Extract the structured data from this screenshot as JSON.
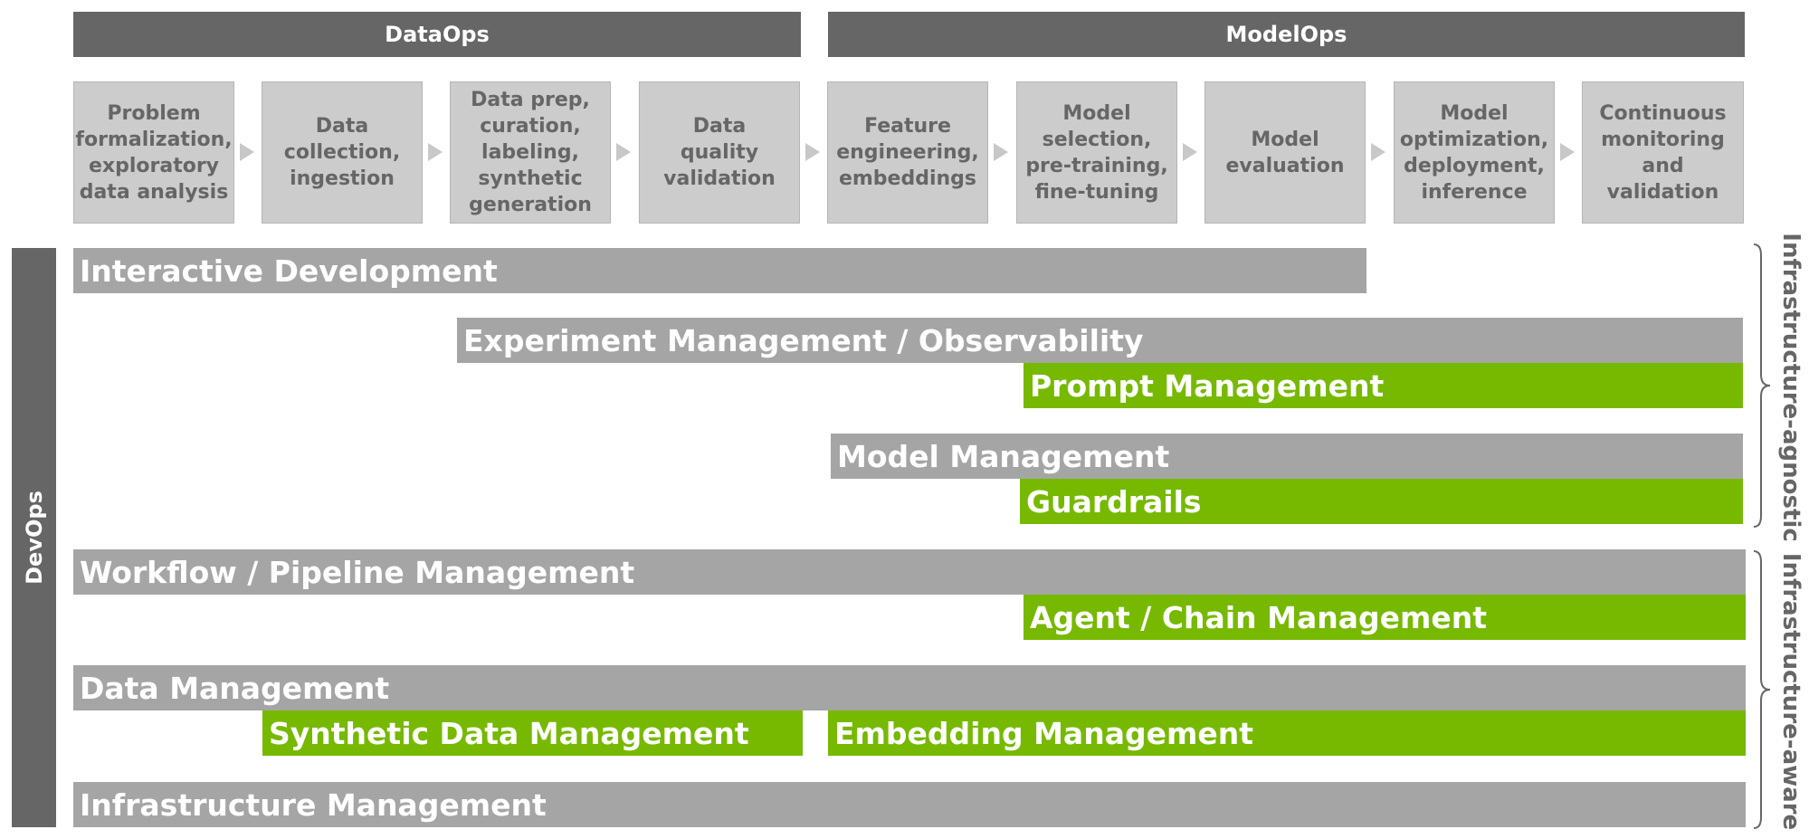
{
  "headers": {
    "dataops": "DataOps",
    "modelops": "ModelOps"
  },
  "stages": [
    "Problem\nformalization,\nexploratory\ndata analysis",
    "Data\ncollection,\ningestion",
    "Data prep,\ncuration,\nlabeling,\nsynthetic\ngeneration",
    "Data\nquality\nvalidation",
    "Feature\nengineering,\nembeddings",
    "Model\nselection,\npre-training,\nfine-tuning",
    "Model\nevaluation",
    "Model\noptimization,\ndeployment,\ninference",
    "Continuous\nmonitoring\nand\nvalidation"
  ],
  "devops_label": "DevOps",
  "bars": {
    "interactive_development": "Interactive Development",
    "experiment_management": "Experiment Management / Observability",
    "prompt_management": "Prompt Management",
    "model_management": "Model Management",
    "guardrails": "Guardrails",
    "workflow_management": "Workflow / Pipeline Management",
    "agent_chain_management": "Agent / Chain Management",
    "data_management": "Data Management",
    "synthetic_data_management": "Synthetic Data Management",
    "embedding_management": "Embedding Management",
    "infrastructure_management": "Infrastructure Management"
  },
  "side_labels": {
    "agnostic": "Infrastructure-agnostic",
    "aware": "Infrastructure-aware"
  },
  "colors": {
    "header": "#666666",
    "stage_box": "#cccccc",
    "bar_gray": "#a5a5a5",
    "bar_green": "#76b900"
  }
}
